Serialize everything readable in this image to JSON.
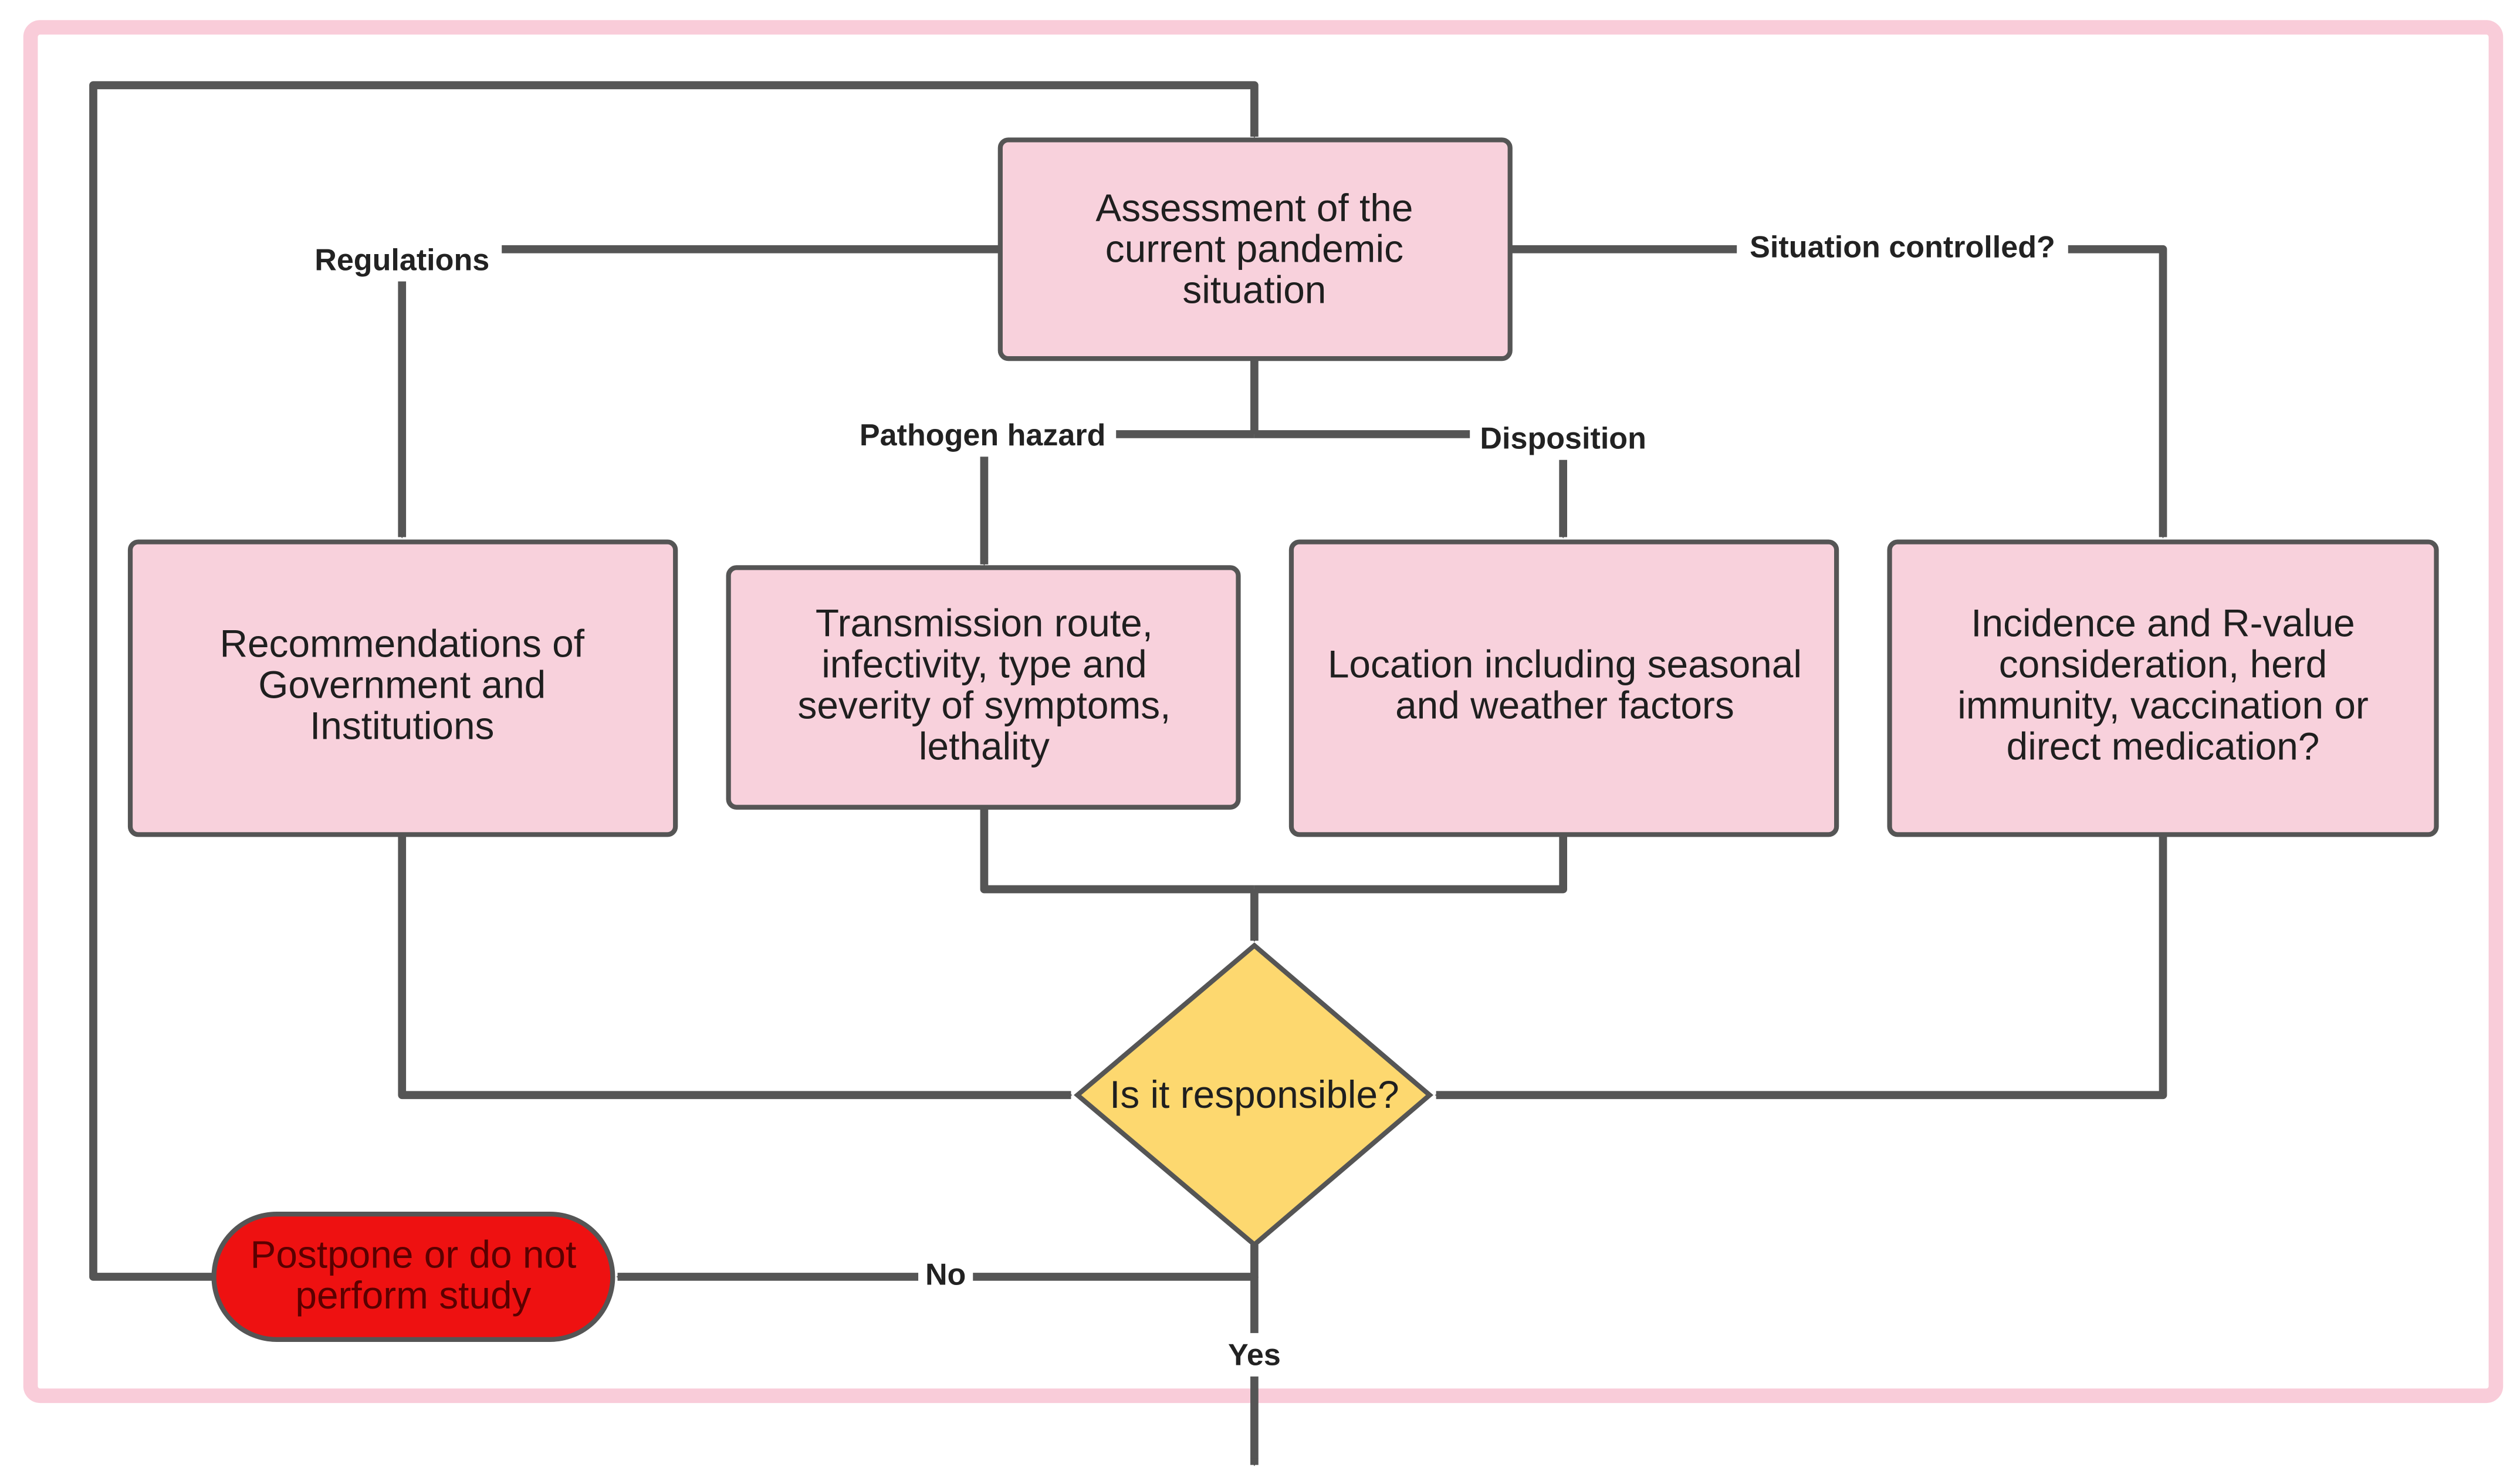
{
  "colors": {
    "frame": "#f9ccd9",
    "box_fill": "#f8d1dc",
    "box_stroke": "#555555",
    "decision_fill": "#fdd86f",
    "terminal_fill": "#ee1111",
    "terminal_text": "#5a0000",
    "line": "#555555"
  },
  "nodes": {
    "assessment": [
      "Assessment of the",
      "current pandemic",
      "situation"
    ],
    "recommendations": [
      "Recommendations of",
      "Government and",
      "Institutions"
    ],
    "transmission": [
      "Transmission route,",
      "infectivity, type and",
      "severity of symptoms,",
      "lethality"
    ],
    "location": [
      "Location including seasonal",
      "and weather factors"
    ],
    "incidence": [
      "Incidence and R-value",
      "consideration, herd",
      "immunity, vaccination or",
      "direct medication?"
    ],
    "decision": [
      "Is it responsible?"
    ],
    "postpone": [
      "Postpone or do not",
      "perform study"
    ]
  },
  "edge_labels": {
    "regulations": "Regulations",
    "situation_controlled": "Situation controlled?",
    "pathogen_hazard": "Pathogen hazard",
    "disposition": "Disposition",
    "no": "No",
    "yes": "Yes"
  }
}
